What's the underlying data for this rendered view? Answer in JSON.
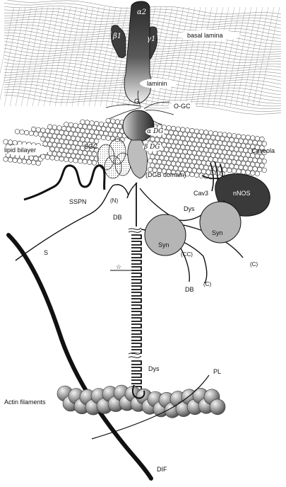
{
  "labels": {
    "alpha2": "α2",
    "beta1": "β1",
    "gamma1": "γ1",
    "basal_lamina": "basal lamina",
    "laminin": "laminin",
    "g": "G",
    "o_gc": "O-GC",
    "alpha_dg": "α DG",
    "beta_dg": "β DG",
    "lipid_bilayer": "lipid bilayer",
    "sgc": "SGC",
    "caveola": "Caveola",
    "dgb_domain": "(DGB domain)",
    "sspn": "SSPN",
    "n_term": "(N)",
    "cav3": "Cav3",
    "nnos": "nNOS",
    "db_upper": "DB",
    "dys_upper": "Dys",
    "syn_left": "Syn",
    "syn_right": "Syn",
    "s": "S",
    "cc": "(CC)",
    "c_right": "(C)",
    "c_lower": "(C)",
    "db_lower": "DB",
    "star": "☆",
    "dys_lower": "Dys",
    "pl": "PL",
    "actin_filaments": "Actin filaments",
    "dif": "DIF"
  },
  "colors": {
    "ink": "#111111",
    "nnos_fill": "#3a3a3a",
    "syn_fill": "#b5b5b5",
    "actin_fill": "#9a9a9a",
    "lamina_line": "#6f6f6f"
  }
}
